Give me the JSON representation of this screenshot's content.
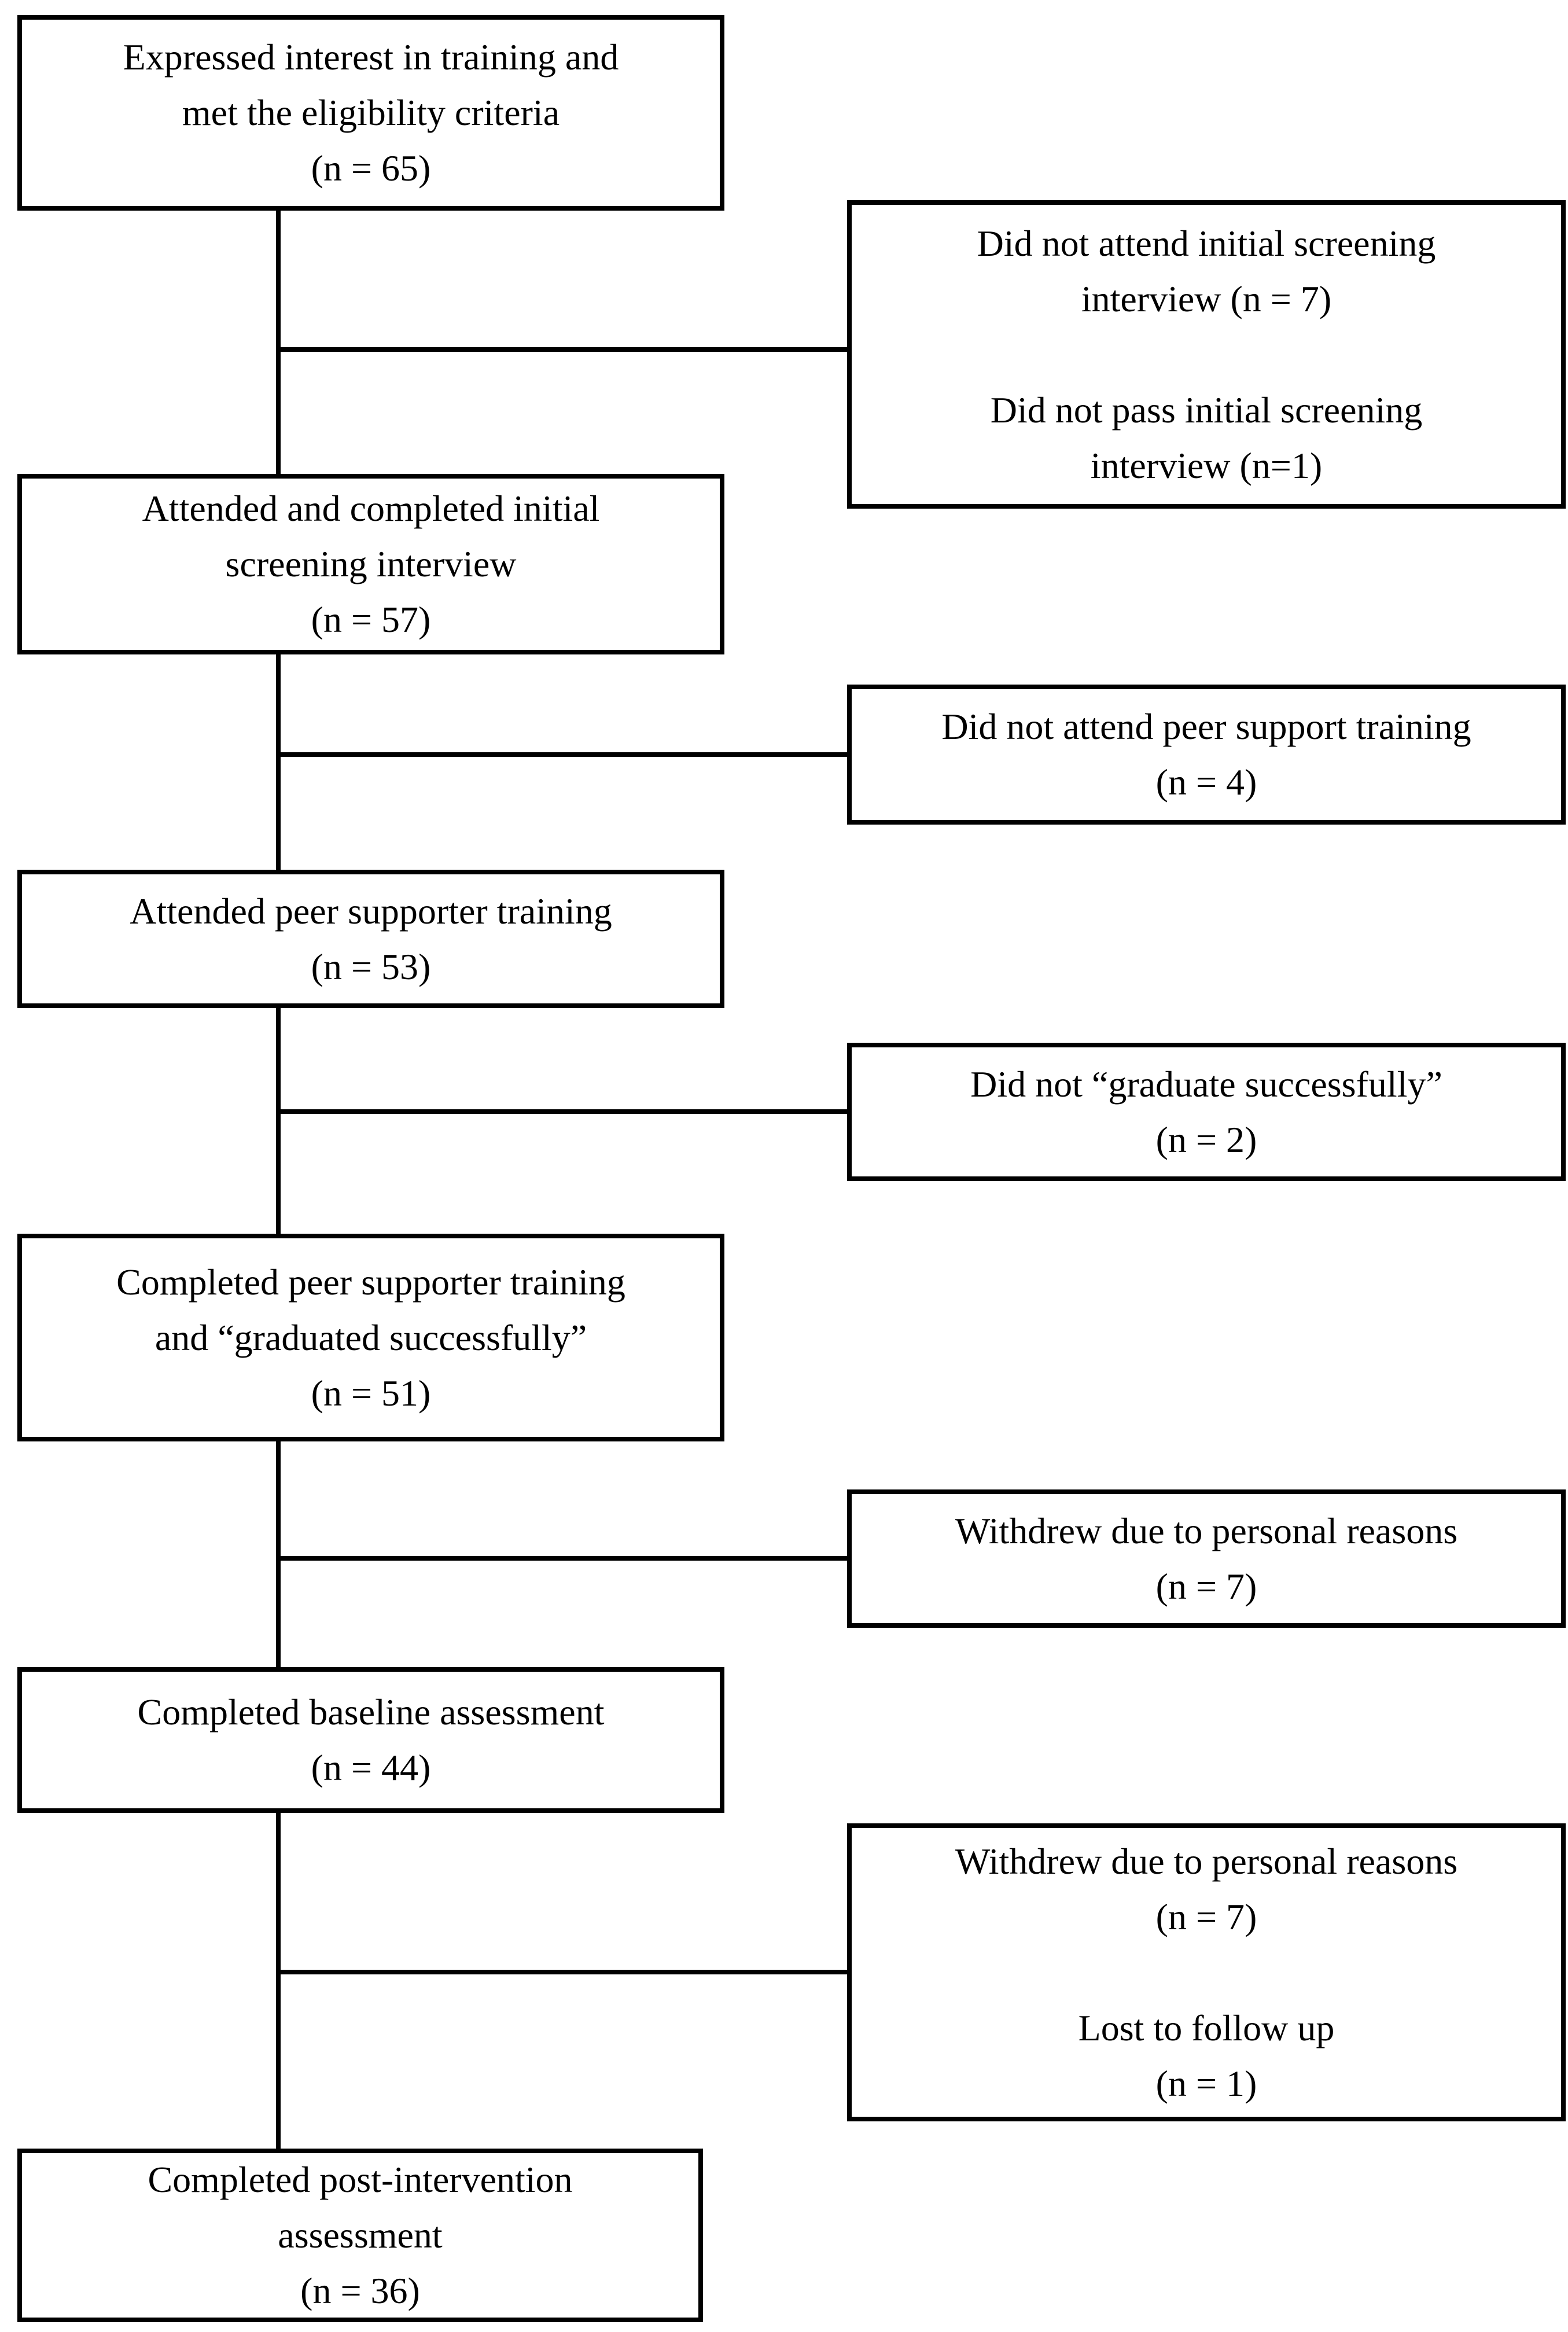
{
  "diagram": {
    "type": "participant-flow-chart",
    "colors": {
      "background": "#ffffff",
      "border": "#000000",
      "text": "#000000"
    },
    "main_nodes": [
      {
        "text": "Expressed interest in training and\nmet the eligibility criteria\n(n = 65)"
      },
      {
        "text": "Attended and completed initial\nscreening interview\n(n = 57)"
      },
      {
        "text": "Attended peer supporter training\n(n = 53)"
      },
      {
        "text": "Completed peer supporter training\nand “graduated successfully”\n(n = 51)"
      },
      {
        "text": "Completed baseline assessment\n(n = 44)"
      },
      {
        "text": "Completed post-intervention\nassessment\n(n = 36)"
      }
    ],
    "exclusion_nodes": [
      {
        "text": "Did not attend initial screening\ninterview (n = 7)\n\nDid not pass initial screening\ninterview (n=1)"
      },
      {
        "text": "Did not attend peer support training\n(n = 4)"
      },
      {
        "text": "Did not “graduate successfully”\n(n = 2)"
      },
      {
        "text": "Withdrew due to personal reasons\n(n = 7)"
      },
      {
        "text": "Withdrew due to personal reasons\n(n = 7)\n\nLost to follow up\n(n = 1)"
      }
    ]
  }
}
